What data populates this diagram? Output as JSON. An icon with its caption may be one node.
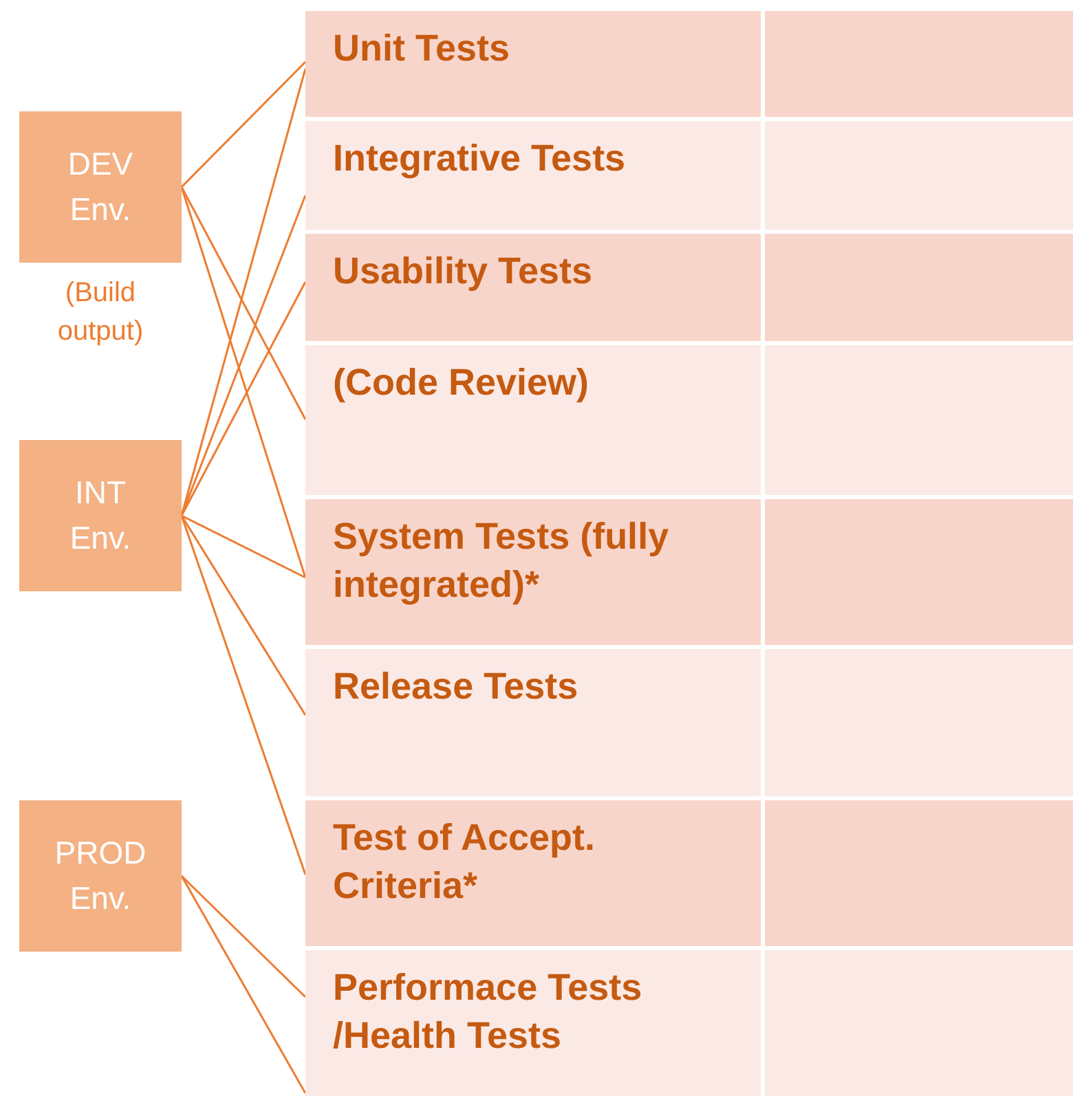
{
  "diagram": {
    "nodes": [
      {
        "text": [
          "DEV Env."
        ],
        "beside": [
          "(Build output)"
        ]
      },
      {
        "text": [
          "INT Env."
        ]
      },
      {
        "text": [
          "PROD Env."
        ]
      },
      {
        "text": [
          "Unit Tests"
        ]
      },
      {
        "text": [],
        "shape": "box"
      },
      {
        "text": [
          "Integrative Tests"
        ]
      },
      {
        "text": [],
        "shape": "box"
      },
      {
        "text": [
          "Usability Tests"
        ]
      },
      {
        "text": [],
        "shape": "box"
      },
      {
        "text": [
          "(Code Review)"
        ]
      },
      {
        "text": [],
        "shape": "box"
      },
      {
        "text": [
          "System Tests (fully integrated)*"
        ]
      },
      {
        "text": [],
        "shape": "box"
      },
      {
        "text": [
          "Release Tests"
        ]
      },
      {
        "text": [],
        "shape": "box"
      },
      {
        "text": [
          "Test of Accept. Criteria*"
        ]
      },
      {
        "text": [],
        "shape": "box"
      },
      {
        "text": [
          "Performace Tests /Health Tests"
        ]
      },
      {
        "text": [],
        "shape": "box"
      }
    ],
    "edges": [
      {
        "from": 0,
        "to": 3,
        "arrow": "none"
      },
      {
        "from": 0,
        "to": 9,
        "arrow": "none"
      },
      {
        "from": 0,
        "to": 11,
        "arrow": "none"
      },
      {
        "from": 1,
        "to": 3,
        "arrow": "none"
      },
      {
        "from": 1,
        "to": 5,
        "arrow": "none"
      },
      {
        "from": 1,
        "to": 7,
        "arrow": "none"
      },
      {
        "from": 1,
        "to": 11,
        "arrow": "none"
      },
      {
        "from": 1,
        "to": 13,
        "arrow": "none"
      },
      {
        "from": 1,
        "to": 15,
        "arrow": "none"
      },
      {
        "from": 2,
        "to": 17,
        "arrow": "none"
      },
      {
        "from": 2,
        "to": 17,
        "arrow": "none"
      }
    ]
  }
}
